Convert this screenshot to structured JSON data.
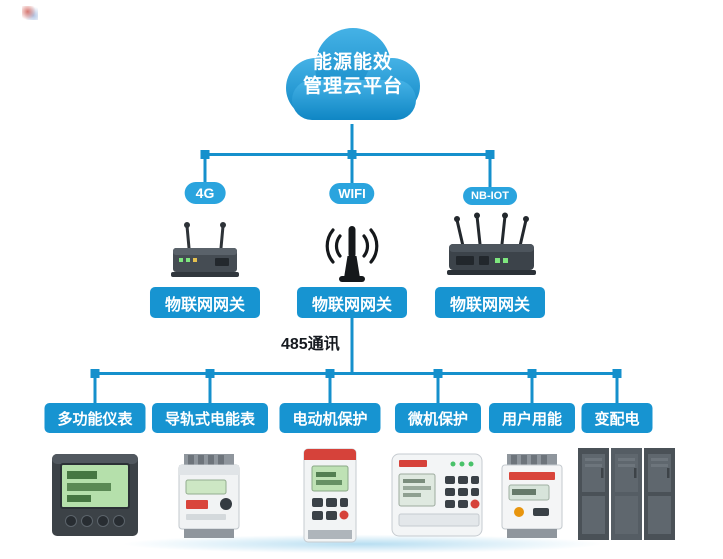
{
  "colors": {
    "line": "#1590cc",
    "badge": "#2aa4de",
    "label": "#1794d1",
    "bus_text": "#15191f",
    "cloud_top": "#45b2e6",
    "cloud_bottom": "#0f86c4"
  },
  "cloud": {
    "line1": "能源能效",
    "line2": "管理云平台"
  },
  "tiers": {
    "connections": [
      {
        "badge": "4G",
        "gateway": "物联网网关"
      },
      {
        "badge": "WIFI",
        "gateway": "物联网网关"
      },
      {
        "badge": "NB-IOT",
        "gateway": "物联网网关"
      }
    ],
    "bus_label": "485通讯",
    "devices": [
      {
        "label": "多功能仪表"
      },
      {
        "label": "导轨式电能表"
      },
      {
        "label": "电动机保护"
      },
      {
        "label": "微机保护"
      },
      {
        "label": "用户用能"
      },
      {
        "label": "变配电"
      }
    ]
  }
}
